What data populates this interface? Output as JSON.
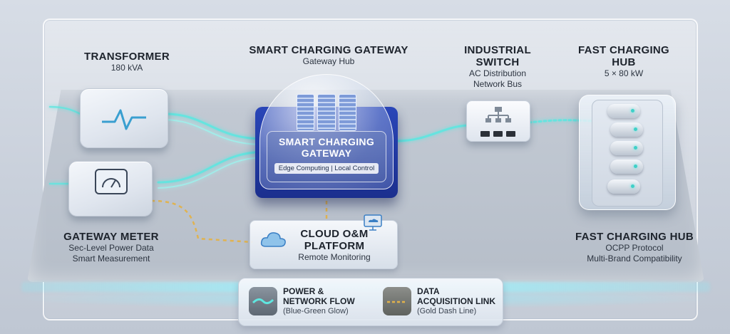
{
  "transformer": {
    "title": "TRANSFORMER",
    "subtitle": "180 kVA"
  },
  "gateway": {
    "title": "SMART CHARGING GATEWAY",
    "subtitle": "Gateway Hub",
    "panel_title_1": "SMART CHARGING",
    "panel_title_2": "GATEWAY",
    "panel_chip": "Edge Computing | Local Control"
  },
  "switch": {
    "title_1": "INDUSTRIAL",
    "title_2": "SWITCH",
    "subtitle_1": "AC Distribution",
    "subtitle_2": "Network Bus"
  },
  "hub_top": {
    "title_1": "FAST CHARGING",
    "title_2": "HUB",
    "subtitle": "5 × 80 kW"
  },
  "meter": {
    "title": "GATEWAY METER",
    "subtitle_1": "Sec-Level Power Data",
    "subtitle_2": "Smart Measurement"
  },
  "cloud": {
    "title_1": "CLOUD O&M",
    "title_2": "PLATFORM",
    "subtitle": "Remote Monitoring"
  },
  "hub_bottom": {
    "title": "FAST CHARGING HUB",
    "subtitle_1": "OCPP Protocol",
    "subtitle_2": "Multi-Brand Compatibility"
  },
  "legend": {
    "power": {
      "title_1": "POWER &",
      "title_2": "NETWORK FLOW",
      "note": "(Blue-Green Glow)"
    },
    "data": {
      "title_1": "DATA",
      "title_2": "ACQUISITION LINK",
      "note": "(Gold Dash Line)"
    }
  },
  "colors": {
    "flow_glow": "#5fe6e0",
    "data_link": "#e2b24a",
    "gateway_blue": "#2240b0",
    "icon_blue": "#3a7fc4"
  }
}
